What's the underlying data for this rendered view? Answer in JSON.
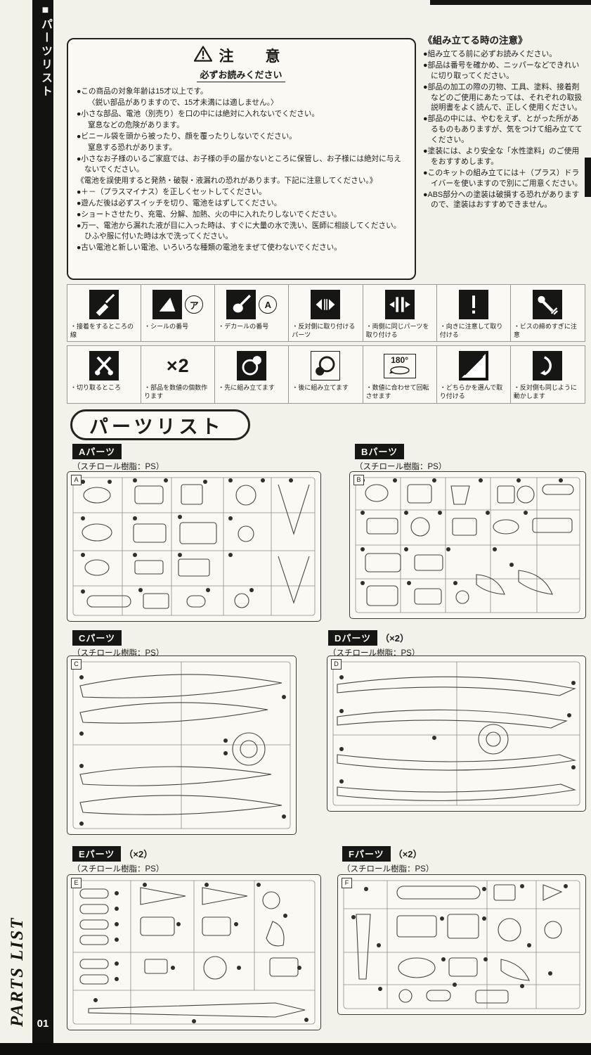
{
  "sidebar": {
    "title": "■パーツリスト",
    "footer": "PARTS LIST",
    "page_number": "01"
  },
  "caution_box": {
    "title": "注　意",
    "subtitle": "必ずお読みください",
    "items": [
      "●この商品の対象年齢は15才以上です。",
      "〈鋭い部品がありますので、15才未満には適しません。〉",
      "●小さな部品、電池（別売り）を口の中には絶対に入れないでください。",
      "窒息などの危険があります。",
      "●ビニール袋を頭から被ったり、顔を覆ったりしないでください。",
      "窒息する恐れがあります。",
      "●小さなお子様のいるご家庭では、お子様の手の届かないところに保管し、お子様には絶対に与えないでください。",
      "《電池を誤使用すると発熱・破裂・液漏れの恐れがあります。下記に注意してください。》",
      "●＋－（プラスマイナス）を正しくセットしてください。",
      "●遊んだ後は必ずスイッチを切り、電池をはずしてください。",
      "●ショートさせたり、充電、分解、加熱、火の中に入れたりしないでください。",
      "●万一、電池から漏れた液が目に入った時は、すぐに大量の水で洗い、医師に相談してください。ひふや服に付いた時は水で洗ってください。",
      "●古い電池と新しい電池、いろいろな種類の電池をまぜて使わないでください。"
    ]
  },
  "assembly_notes": {
    "title": "《組み立てる時の注意》",
    "items": [
      "●組み立てる前に必ずお読みください。",
      "●部品は番号を確かめ、ニッパーなどできれいに切り取ってください。",
      "●部品の加工の際の刃物、工具、塗料、接着剤などのご使用にあたっては、それぞれの取扱説明書をよく読んで、正しく使用ください。",
      "●部品の中には、やむをえず、とがった所があるものもありますが、気をつけて組み立ててください。",
      "●塗装には、より安全な「水性塗料」のご使用をおすすめします。",
      "●このキットの組み立てには＋（プラス）ドライバーを使いますので別にご用意ください。",
      "●ABS部分への塗装は破損する恐れがありますので、塗装はおすすめできません。"
    ]
  },
  "legend": {
    "row1": [
      {
        "icon": "brush-icon",
        "label": "・接着をするところの線"
      },
      {
        "icon": "seal-number-icon",
        "label": "・シールの番号",
        "badge": "ア"
      },
      {
        "icon": "decal-number-icon",
        "label": "・デカールの番号",
        "badge": "A"
      },
      {
        "icon": "opposite-side-icon",
        "label": "・反対側に取り付けるパーツ"
      },
      {
        "icon": "both-sides-icon",
        "label": "・両側に同じパーツを取り付ける"
      },
      {
        "icon": "orientation-caution-icon",
        "label": "・向きに注意して取り付ける"
      },
      {
        "icon": "screw-tightening-icon",
        "label": "・ビスの締めすぎに注意"
      }
    ],
    "row2": [
      {
        "icon": "nipper-icon",
        "label": "・切り取るところ"
      },
      {
        "icon": "quantity-icon",
        "label": "・部品を数値の個数作ります",
        "badge": "×2"
      },
      {
        "icon": "assemble-first-icon",
        "label": "・先に組み立てます"
      },
      {
        "icon": "assemble-later-icon",
        "label": "・後に組み立てます"
      },
      {
        "icon": "rotate-icon",
        "label": "・数値に合わせて回転させます",
        "badge": "180°"
      },
      {
        "icon": "choose-one-icon",
        "label": "・どちらかを選んで取り付ける"
      },
      {
        "icon": "mirror-motion-icon",
        "label": "・反対側も同じように動かします"
      }
    ]
  },
  "parts_list_title": "パーツリスト",
  "runners": [
    {
      "id": "A",
      "label": "Aパーツ",
      "multiplier": "",
      "material": "（スチロール樹脂：PS）"
    },
    {
      "id": "B",
      "label": "Bパーツ",
      "multiplier": "",
      "material": "（スチロール樹脂：PS）"
    },
    {
      "id": "C",
      "label": "Cパーツ",
      "multiplier": "",
      "material": "（スチロール樹脂：PS）"
    },
    {
      "id": "D",
      "label": "Dパーツ",
      "multiplier": "（×2）",
      "material": "（スチロール樹脂：PS）"
    },
    {
      "id": "E",
      "label": "Eパーツ",
      "multiplier": "（×2）",
      "material": "（スチロール樹脂：PS）"
    },
    {
      "id": "F",
      "label": "Fパーツ",
      "multiplier": "（×2）",
      "material": "（スチロール樹脂：PS）"
    }
  ]
}
